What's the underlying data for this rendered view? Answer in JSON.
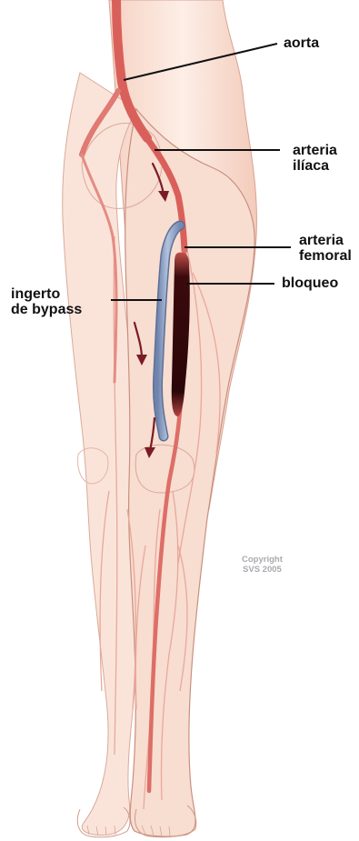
{
  "labels": {
    "aorta": "aorta",
    "iliac_line1": "arteria",
    "iliac_line2": "ilíaca",
    "femoral_line1": "arteria",
    "femoral_line2": "femoral",
    "blockage": "bloqueo",
    "graft_line1": "ingerto",
    "graft_line2": "de bypass"
  },
  "copyright": {
    "line1": "Copyright",
    "line2": "SVS 2005"
  },
  "colors": {
    "skin_light": "#fbe6dc",
    "skin_mid": "#f2c4b2",
    "outline": "#c98a78",
    "artery": "#d9605a",
    "artery_dark": "#b8403c",
    "vein_light": "#e9a89a",
    "blockage": "#3a0a0c",
    "graft": "#8fa4c8",
    "graft_edge": "#5d6f96",
    "arrow": "#7a1c24",
    "leader": "#111111"
  }
}
